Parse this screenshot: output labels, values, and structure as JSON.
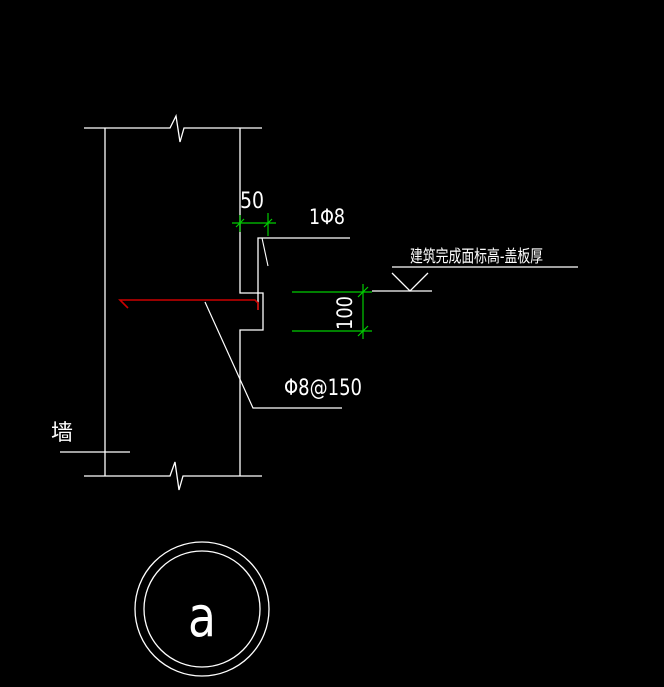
{
  "colors": {
    "background": "#000000",
    "line": "#ffffff",
    "dimension": "#00cc00",
    "rebar": "#cc0000"
  },
  "labels": {
    "dim_top": "50",
    "rebar_top": "1Φ8",
    "elevation_note": "建筑完成面标高-盖板厚",
    "dim_side": "100",
    "rebar_stirrup": "Φ8@150",
    "wall": "墙",
    "detail_mark": "a"
  },
  "icons": {
    "elevation_marker": "elevation-triangle-icon",
    "detail_marker": "detail-circle-icon"
  }
}
